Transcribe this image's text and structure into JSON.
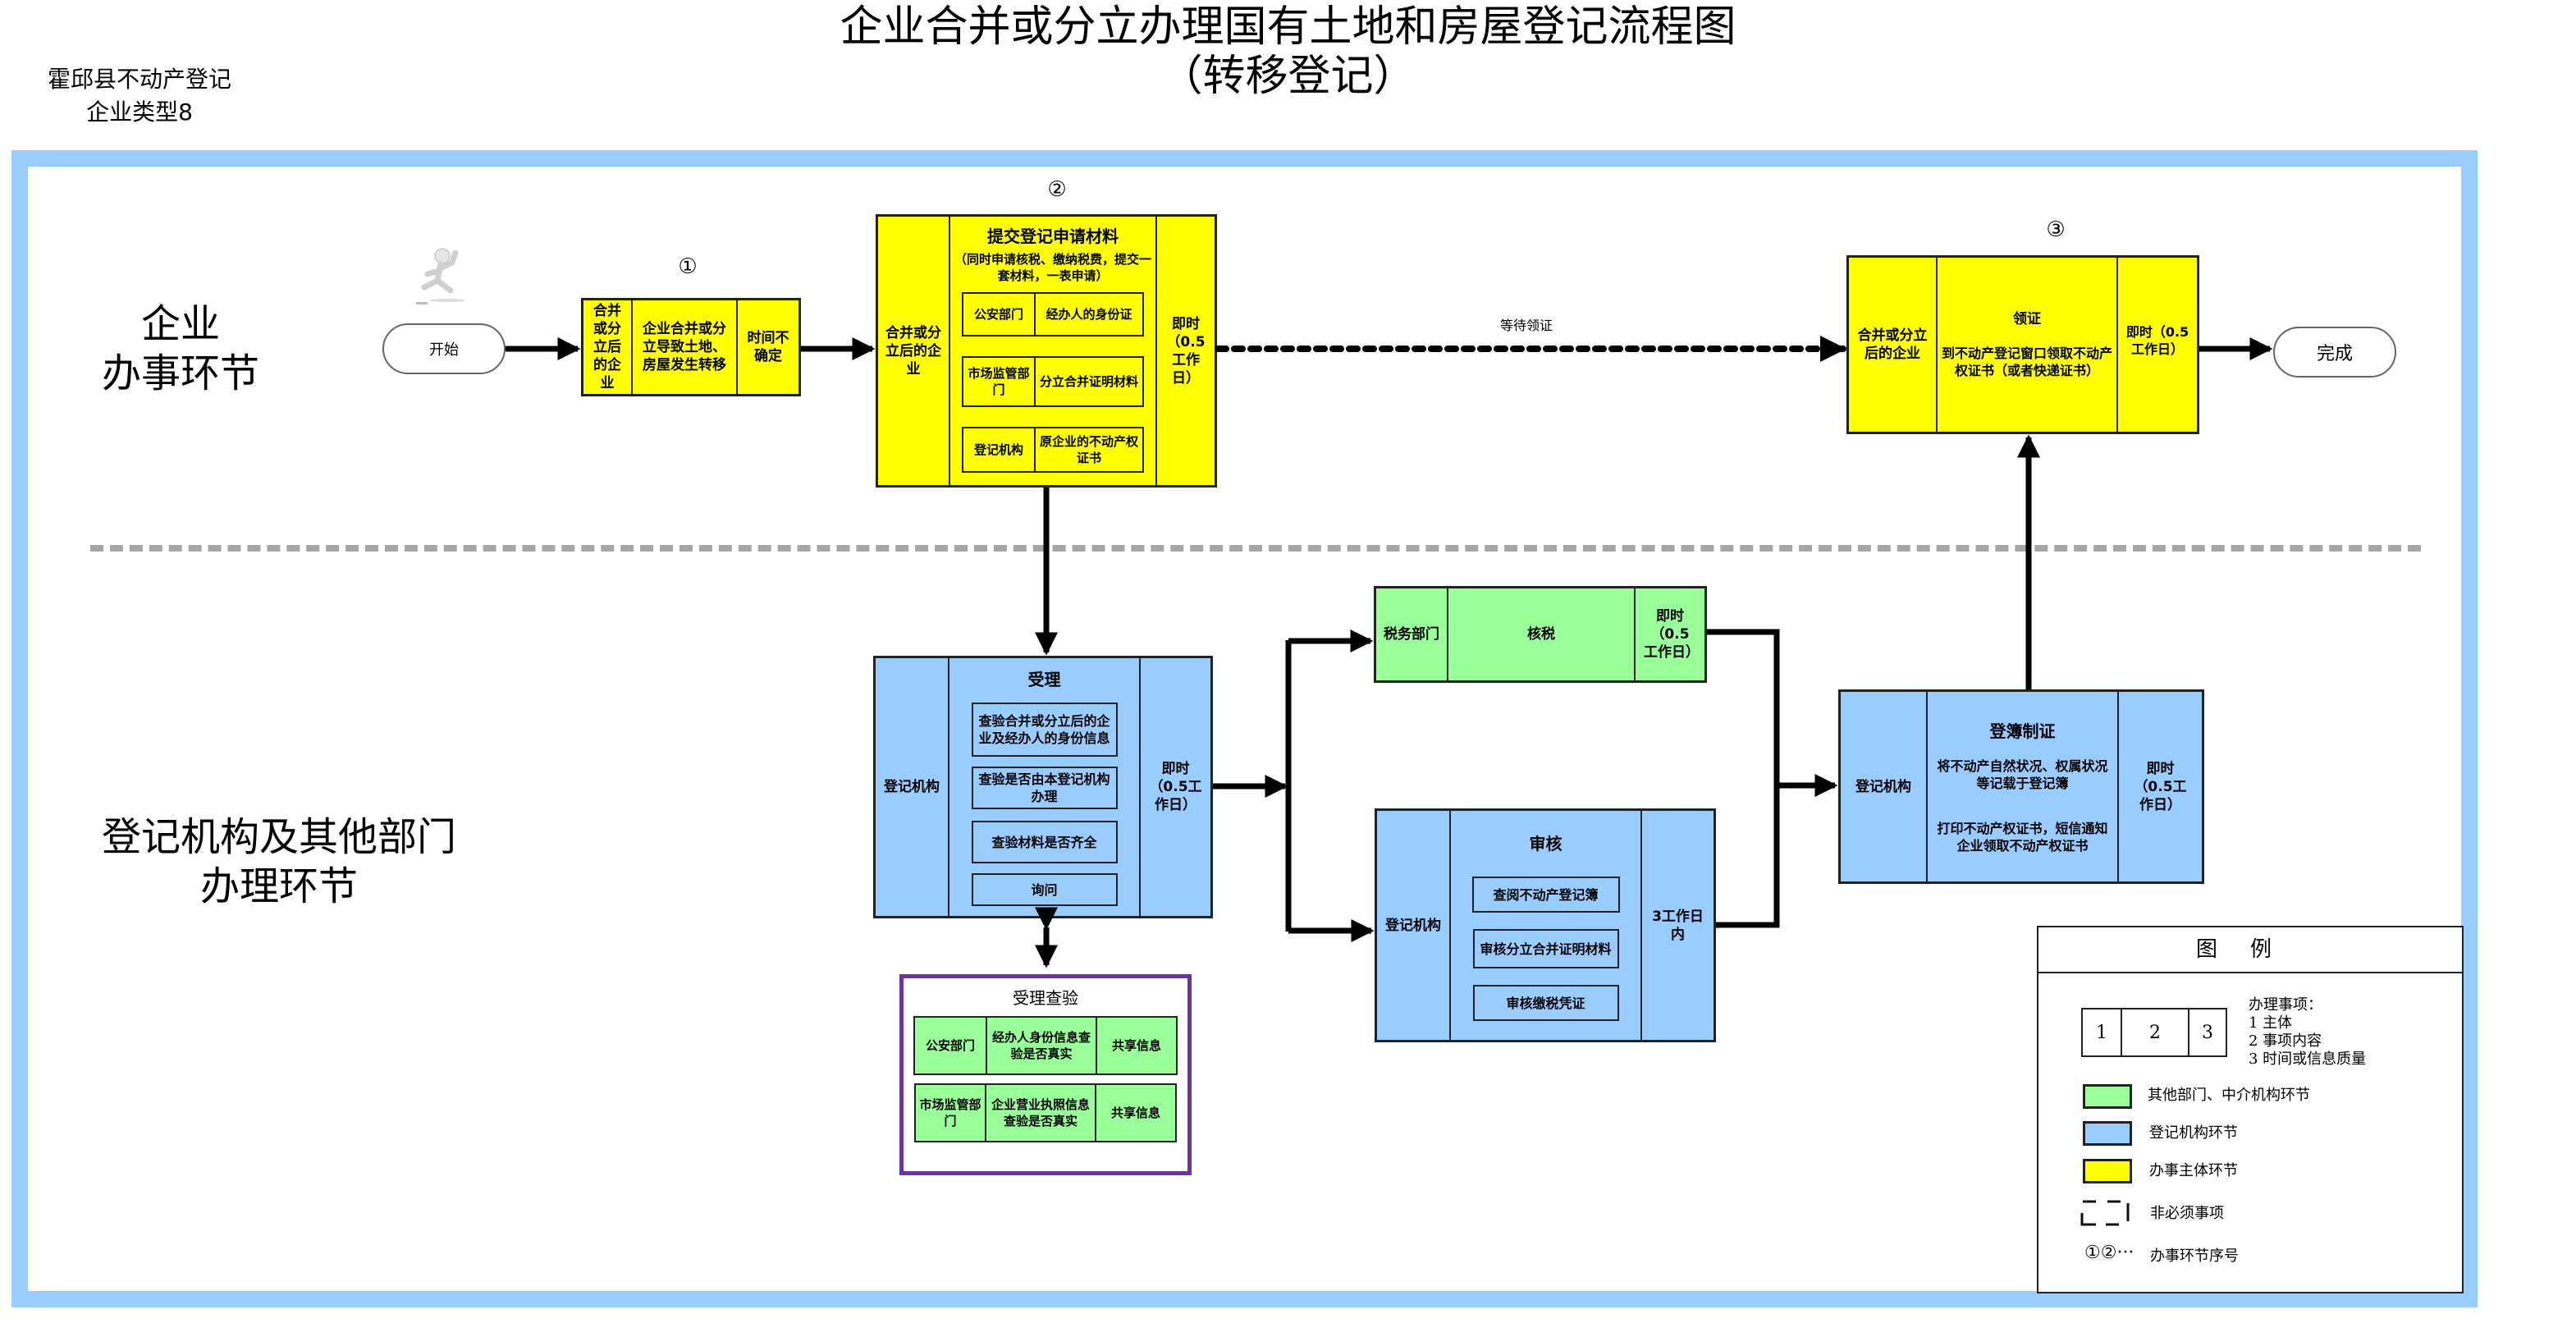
{
  "header": {
    "title_line1": "企业合并或分立办理国有土地和房屋登记流程图",
    "title_line2": "（转移登记）",
    "org_line1": "霍邱县不动产登记",
    "org_line2": "企业类型8"
  },
  "lanes": {
    "enterprise": [
      "企业",
      "办事环节"
    ],
    "agency": [
      "登记机构及其他部门",
      "办理环节"
    ]
  },
  "colors": {
    "enterprise_step": "#ffff00",
    "registry_step": "#99ccff",
    "other_dept_step": "#99ff99",
    "frame": "#99ccff",
    "check_box_border": "#7030a0",
    "separator": "#a6a6a6"
  },
  "terminals": {
    "start": "开始",
    "end": "完成"
  },
  "step_numbers": {
    "s1": "①",
    "s2": "②",
    "s3": "③"
  },
  "steps": {
    "s1": {
      "subject": "合并或分立后的企业",
      "content": "企业合并或分立导致土地、房屋发生转移",
      "time": "时间不确定"
    },
    "s2": {
      "subject": "合并或分立后的企业",
      "title": "提交登记申请材料",
      "note": "（同时申请核税、缴纳税费，提交一套材料，一表申请）",
      "materials": [
        {
          "dept": "公安部门",
          "item": "经办人的身份证"
        },
        {
          "dept": "市场监管部门",
          "item": "分立合并证明材料"
        },
        {
          "dept": "登记机构",
          "item": "原企业的不动产权证书"
        }
      ],
      "time": "即时（0.5工作日）"
    },
    "s3": {
      "subject": "合并或分立后的企业",
      "title": "领证",
      "content": "到不动产登记窗口领取不动产权证书（或者快递证书）",
      "time": "即时（0.5工作日）"
    },
    "accept": {
      "subject": "登记机构",
      "title": "受理",
      "items": [
        "查验合并或分立后的企业及经办人的身份信息",
        "查验是否由本登记机构办理",
        "查验材料是否齐全",
        "询问"
      ],
      "time": "即时（0.5工作日）"
    },
    "accept_check": {
      "title": "受理查验",
      "rows": [
        {
          "dept": "公安部门",
          "content": "经办人身份信息查验是否真实",
          "result": "共享信息"
        },
        {
          "dept": "市场监管部门",
          "content": "企业营业执照信息查验是否真实",
          "result": "共享信息"
        }
      ]
    },
    "tax": {
      "subject": "税务部门",
      "content": "核税",
      "time": "即时（0.5工作日）"
    },
    "review": {
      "subject": "登记机构",
      "title": "审核",
      "items": [
        "查阅不动产登记簿",
        "审核分立合并证明材料",
        "审核缴税凭证"
      ],
      "time": "3工作日内"
    },
    "register": {
      "subject": "登记机构",
      "title": "登簿制证",
      "content1": "将不动产自然状况、权属状况等记载于登记簿",
      "content2": "打印不动产权证书，短信通知企业领取不动产权证书",
      "time": "即时（0.5工作日）"
    }
  },
  "edges": {
    "wait_label": "等待领证"
  },
  "legend": {
    "title": "图例",
    "cells": [
      "1",
      "2",
      "3"
    ],
    "item_heading": "办理事项：",
    "item_lines": [
      "1 主体",
      "2 事项内容",
      "3 时间或信息质量"
    ],
    "green": "其他部门、中介机构环节",
    "blue": "登记机构环节",
    "yellow": "办事主体环节",
    "dashed": "非必须事项",
    "numbers_symbol": "①②···",
    "numbers": "办事环节序号"
  }
}
